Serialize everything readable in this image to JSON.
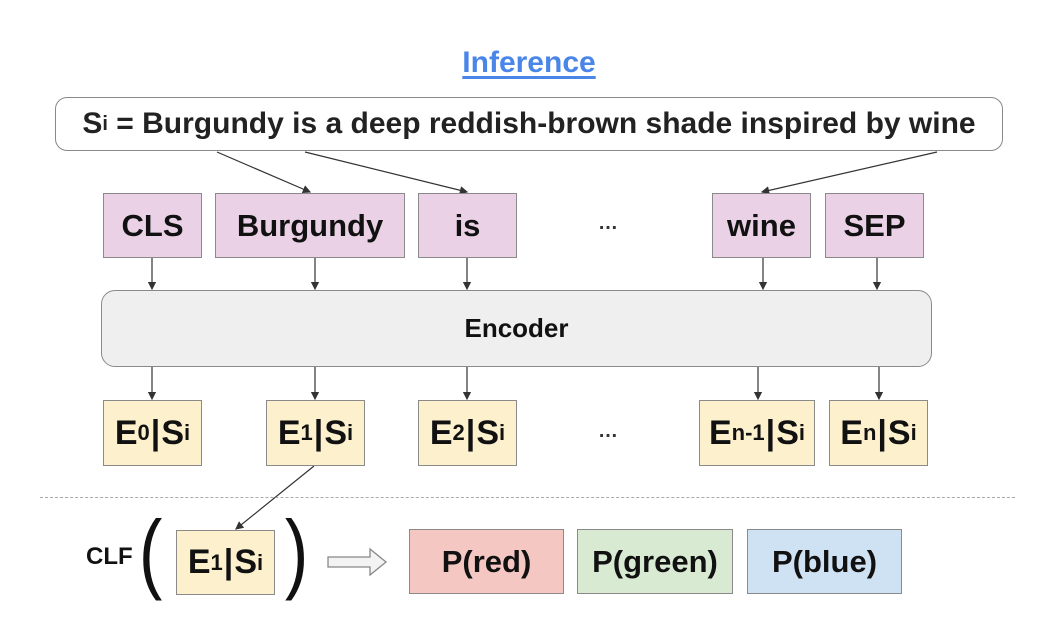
{
  "title": "Inference",
  "sentence": {
    "symbol": "S",
    "subscript": "i",
    "text": " = Burgundy is a deep reddish-brown shade inspired by wine"
  },
  "tokens": [
    "CLS",
    "Burgundy",
    "is",
    "…",
    "wine",
    "SEP"
  ],
  "encoder_label": "Encoder",
  "embeddings": [
    {
      "base": "E",
      "sub": "0",
      "bar": "|",
      "cond": "S",
      "cond_sub": "i"
    },
    {
      "base": "E",
      "sub": "1",
      "bar": "|",
      "cond": "S",
      "cond_sub": "i"
    },
    {
      "base": "E",
      "sub": "2",
      "bar": "|",
      "cond": "S",
      "cond_sub": "i"
    },
    {
      "ellipsis": "…"
    },
    {
      "base": "E",
      "sub": "n-1",
      "bar": "|",
      "cond": "S",
      "cond_sub": "i"
    },
    {
      "base": "E",
      "sub": "n",
      "bar": "|",
      "cond": "S",
      "cond_sub": "i"
    }
  ],
  "classifier": {
    "label": "CLF",
    "open_paren": "(",
    "close_paren": ")",
    "input": {
      "base": "E",
      "sub": "1",
      "bar": "|",
      "cond": "S",
      "cond_sub": "i"
    }
  },
  "outputs": [
    {
      "label": "P(red)",
      "color": "#f4c7c3"
    },
    {
      "label": "P(green)",
      "color": "#d9ead3"
    },
    {
      "label": "P(blue)",
      "color": "#cfe2f3"
    }
  ],
  "colors": {
    "title": "#4a86e8",
    "token_fill": "#ead1e5",
    "encoder_fill": "#efefef",
    "embedding_fill": "#fdf0cd"
  }
}
